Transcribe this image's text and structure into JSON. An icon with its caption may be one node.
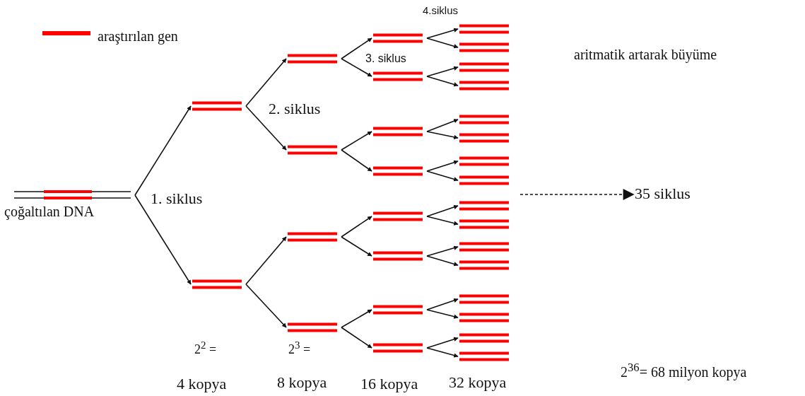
{
  "diagram": {
    "nodes": [
      {
        "text": [],
        "shape": "picture",
        "beside": [
          "çoğaltılan DNA"
        ]
      },
      {
        "text": [],
        "shape": "picture"
      },
      {
        "text": [],
        "shape": "picture"
      },
      {
        "text": [],
        "shape": "picture"
      },
      {
        "text": [],
        "shape": "picture"
      },
      {
        "text": [],
        "shape": "picture"
      },
      {
        "text": [],
        "shape": "picture"
      },
      {
        "text": [],
        "shape": "picture"
      },
      {
        "text": [],
        "shape": "picture"
      },
      {
        "text": [],
        "shape": "picture"
      },
      {
        "text": [],
        "shape": "picture"
      },
      {
        "text": [],
        "shape": "picture"
      },
      {
        "text": [],
        "shape": "picture"
      },
      {
        "text": [],
        "shape": "picture"
      },
      {
        "text": [],
        "shape": "picture"
      },
      {
        "text": [],
        "shape": "picture"
      },
      {
        "text": [],
        "shape": "picture"
      },
      {
        "text": [],
        "shape": "picture"
      },
      {
        "text": [],
        "shape": "picture"
      },
      {
        "text": [],
        "shape": "picture"
      },
      {
        "text": [],
        "shape": "picture"
      },
      {
        "text": [],
        "shape": "picture"
      },
      {
        "text": [],
        "shape": "picture"
      },
      {
        "text": [],
        "shape": "picture"
      },
      {
        "text": [],
        "shape": "picture"
      },
      {
        "text": [],
        "shape": "picture"
      },
      {
        "text": [],
        "shape": "picture"
      },
      {
        "text": [],
        "shape": "picture"
      },
      {
        "text": [],
        "shape": "picture"
      },
      {
        "text": [],
        "shape": "picture"
      },
      {
        "text": [],
        "shape": "picture"
      },
      {
        "text": [
          "35 siklus"
        ]
      }
    ],
    "edges": [
      {
        "from": 0,
        "to": 1,
        "arrow": "to"
      },
      {
        "from": 0,
        "to": 2,
        "arrow": "to"
      },
      {
        "from": 1,
        "to": 3,
        "arrow": "to"
      },
      {
        "from": 1,
        "to": 4,
        "arrow": "to"
      },
      {
        "from": 2,
        "to": 5,
        "arrow": "to"
      },
      {
        "from": 2,
        "to": 6,
        "arrow": "to"
      },
      {
        "from": 3,
        "to": 7,
        "arrow": "to"
      },
      {
        "from": 3,
        "to": 8,
        "arrow": "to"
      },
      {
        "from": 4,
        "to": 9,
        "arrow": "to"
      },
      {
        "from": 4,
        "to": 10,
        "arrow": "to"
      },
      {
        "from": 5,
        "to": 11,
        "arrow": "to"
      },
      {
        "from": 5,
        "to": 12,
        "arrow": "to"
      },
      {
        "from": 6,
        "to": 13,
        "arrow": "to"
      },
      {
        "from": 6,
        "to": 14,
        "arrow": "to"
      },
      {
        "from": 7,
        "to": 15,
        "arrow": "to"
      },
      {
        "from": 7,
        "to": 16,
        "arrow": "to"
      },
      {
        "from": 8,
        "to": 17,
        "arrow": "to"
      },
      {
        "from": 8,
        "to": 18,
        "arrow": "to"
      },
      {
        "from": 9,
        "to": 19,
        "arrow": "to"
      },
      {
        "from": 9,
        "to": 20,
        "arrow": "to"
      },
      {
        "from": 10,
        "to": 21,
        "arrow": "to"
      },
      {
        "from": 10,
        "to": 22,
        "arrow": "to"
      },
      {
        "from": 11,
        "to": 23,
        "arrow": "to"
      },
      {
        "from": 11,
        "to": 24,
        "arrow": "to"
      },
      {
        "from": 12,
        "to": 25,
        "arrow": "to"
      },
      {
        "from": 12,
        "to": 26,
        "arrow": "to"
      },
      {
        "from": 13,
        "to": 27,
        "arrow": "to"
      },
      {
        "from": 13,
        "to": 28,
        "arrow": "to"
      },
      {
        "from": 14,
        "to": 29,
        "arrow": "to"
      },
      {
        "from": 14,
        "to": 30,
        "arrow": "to"
      },
      {
        "from": null,
        "to": 31,
        "arrow": "to",
        "style": "dashed"
      }
    ],
    "labels": [
      "4.siklus",
      "aritmatik artarak büyüme",
      "3. siklus",
      "2. siklus",
      "1. siklus",
      "2$^{2}$ =",
      "2$^{3}$ =",
      "2$^{36}$= 68 milyon kopya",
      "4 kopya",
      "8 kopya",
      "16 kopya",
      "32 kopya"
    ],
    "legend": [
      {
        "text": "araştırılan gen"
      }
    ]
  }
}
